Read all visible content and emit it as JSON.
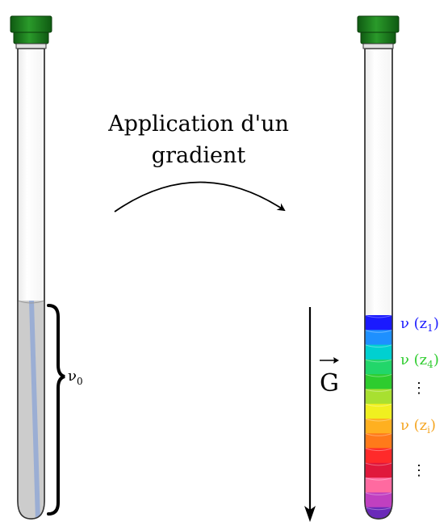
{
  "caption": {
    "line1": "Application d'un",
    "line2": "gradient"
  },
  "left_tube": {
    "cap_color": "#1f7a1f",
    "liquid_color": "#cccccc",
    "liquid_highlight": "#8fa6d6",
    "label": "ν",
    "label_sub": "0"
  },
  "gradient_label": "G",
  "right_tube": {
    "cap_color": "#1f7a1f",
    "bands": [
      "#1a1aff",
      "#1e90ff",
      "#00d0d0",
      "#22d66a",
      "#2ecc2e",
      "#a8e030",
      "#f0f020",
      "#ffb020",
      "#ff7a1a",
      "#ff2a2a",
      "#e0183c",
      "#ff6aa0",
      "#c040c0",
      "#6a2ab8"
    ],
    "labels": [
      {
        "prefix": "ν (z",
        "sub": "1",
        "suffix": ")",
        "color": "#1a1aff"
      },
      {
        "prefix": "ν (z",
        "sub": "4",
        "suffix": ")",
        "color": "#2ecc2e"
      },
      {
        "prefix": "ν (z",
        "sub": "i",
        "suffix": ")",
        "color": "#f5a623"
      }
    ],
    "dots": "⋮"
  }
}
